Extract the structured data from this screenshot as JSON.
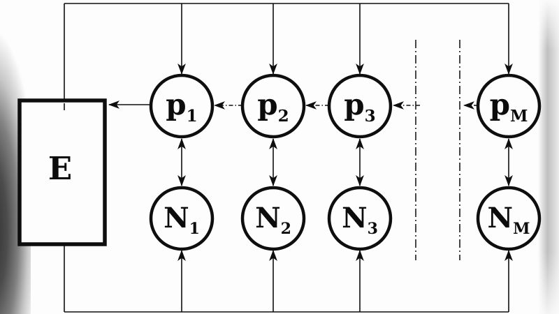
{
  "diagram": {
    "type": "block-scheme",
    "energy_block": {
      "label": "E"
    },
    "p_nodes": [
      {
        "base": "p",
        "sub": "1"
      },
      {
        "base": "p",
        "sub": "2"
      },
      {
        "base": "p",
        "sub": "3"
      },
      {
        "base": "p",
        "sub": "M"
      }
    ],
    "n_nodes": [
      {
        "base": "N",
        "sub": "1"
      },
      {
        "base": "N",
        "sub": "2"
      },
      {
        "base": "N",
        "sub": "3"
      },
      {
        "base": "N",
        "sub": "M"
      }
    ],
    "colors": {
      "ink": "#0e0e0e",
      "paper": "#fdfdfd",
      "left_edge_shadow": "#2e2e2e",
      "right_edge_band": "#bfbfbf"
    }
  }
}
